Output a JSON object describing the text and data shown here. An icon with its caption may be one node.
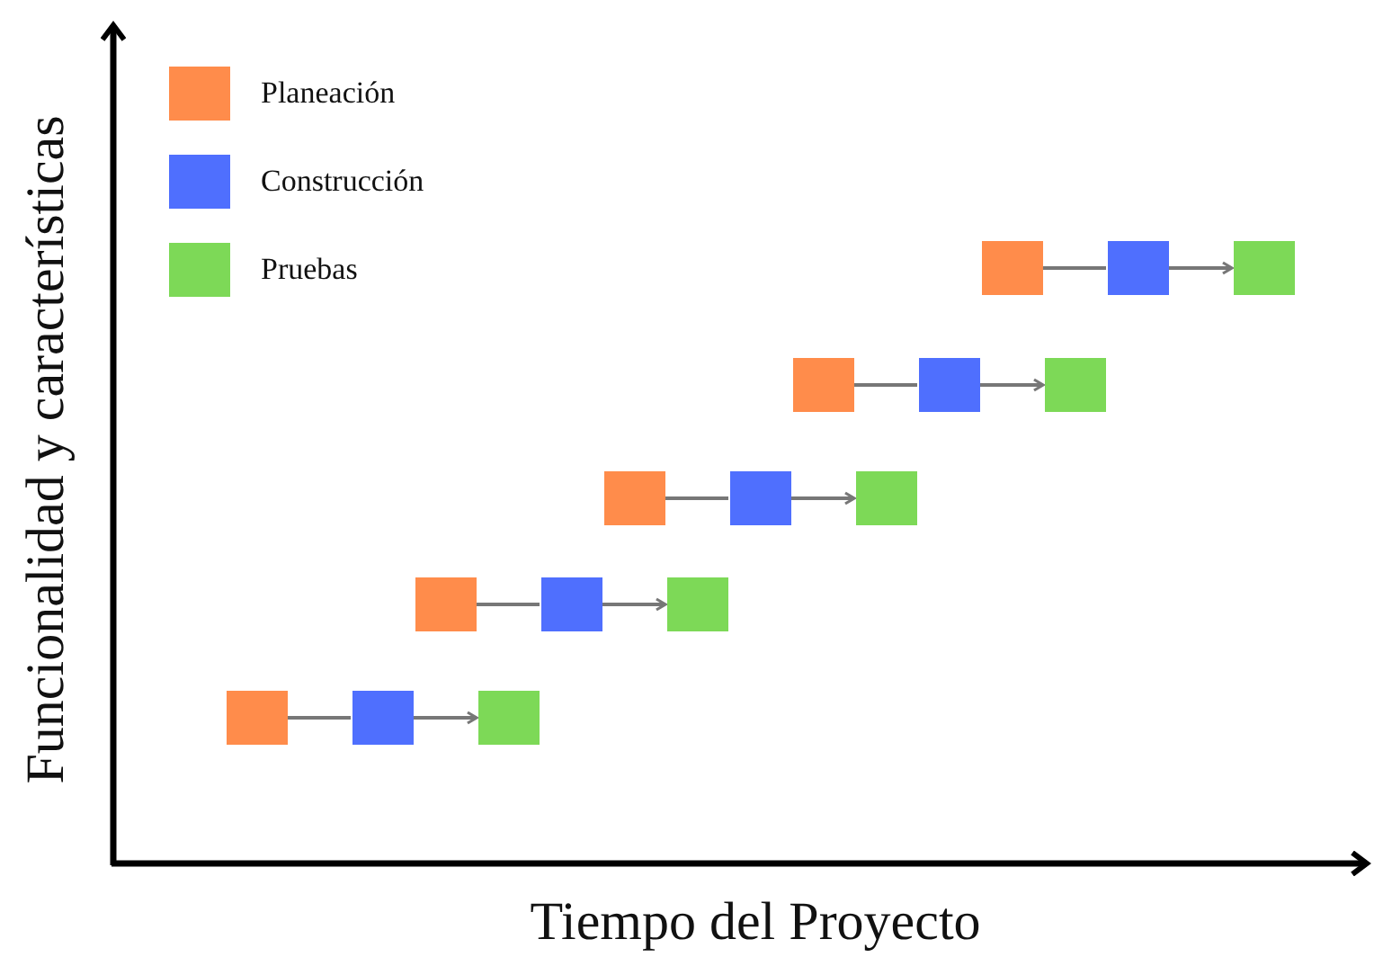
{
  "diagram": {
    "nodes": [
      {
        "text": [],
        "shape": "box"
      },
      {
        "text": [],
        "shape": "box"
      },
      {
        "text": [],
        "shape": "box"
      },
      {
        "text": [],
        "shape": "box"
      },
      {
        "text": [],
        "shape": "box"
      },
      {
        "text": [],
        "shape": "box"
      },
      {
        "text": [],
        "shape": "box"
      },
      {
        "text": [],
        "shape": "box"
      },
      {
        "text": [],
        "shape": "box"
      },
      {
        "text": [],
        "shape": "box"
      },
      {
        "text": [],
        "shape": "box"
      },
      {
        "text": [],
        "shape": "box"
      },
      {
        "text": [],
        "shape": "box"
      },
      {
        "text": [],
        "shape": "box"
      },
      {
        "text": [],
        "shape": "box"
      }
    ],
    "edges": [
      {
        "from": 0,
        "to": 1,
        "arrow": "none"
      },
      {
        "from": 1,
        "to": 2,
        "arrow": "to"
      },
      {
        "from": 3,
        "to": 4,
        "arrow": "none"
      },
      {
        "from": 4,
        "to": 5,
        "arrow": "to"
      },
      {
        "from": 6,
        "to": 7,
        "arrow": "none"
      },
      {
        "from": 7,
        "to": 8,
        "arrow": "to"
      },
      {
        "from": 9,
        "to": 10,
        "arrow": "none"
      },
      {
        "from": 10,
        "to": 11,
        "arrow": "to"
      },
      {
        "from": 12,
        "to": 13,
        "arrow": "none"
      },
      {
        "from": 13,
        "to": 14,
        "arrow": "to"
      }
    ],
    "labels": [
      "Funcionalidad y características",
      "Tiempo del Proyecto"
    ],
    "legend": [
      {
        "text": "Planeación",
        "color": "#ff8c4b"
      },
      {
        "text": "Construcción",
        "color": "#4f6ffe"
      },
      {
        "text": "Pruebas",
        "color": "#7dd957"
      }
    ]
  }
}
